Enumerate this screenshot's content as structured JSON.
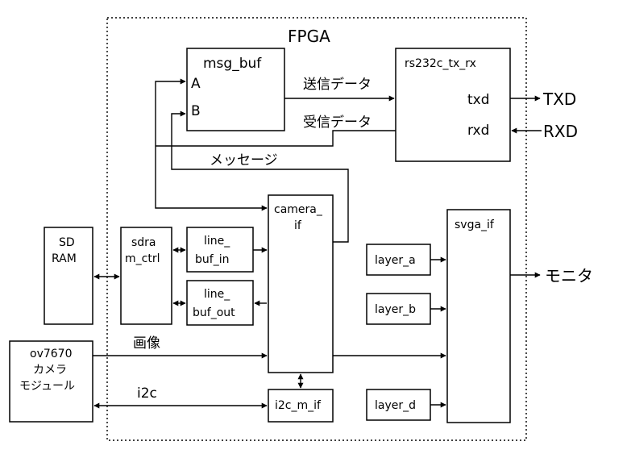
{
  "fpga": {
    "label": "FPGA"
  },
  "blocks": {
    "msg_buf": {
      "title": "msg_buf",
      "port_a": "A",
      "port_b": "B"
    },
    "rs232c": {
      "title": "rs232c_tx_rx",
      "txd": "txd",
      "rxd": "rxd"
    },
    "camera_if": {
      "line1": "camera_",
      "line2": "if"
    },
    "svga_if": {
      "title": "svga_if"
    },
    "sdram": {
      "line1": "SD",
      "line2": "RAM"
    },
    "sdram_ctrl": {
      "line1": "sdra",
      "line2": "m_ctrl"
    },
    "line_buf_in": {
      "line1": "line_",
      "line2": "buf_in"
    },
    "line_buf_out": {
      "line1": "line_",
      "line2": "buf_out"
    },
    "layer_a": {
      "title": "layer_a"
    },
    "layer_b": {
      "title": "layer_b"
    },
    "layer_d": {
      "title": "layer_d"
    },
    "ov7670": {
      "line1": "ov7670",
      "line2": "カメラ",
      "line3": "モジュール"
    },
    "i2c_m_if": {
      "title": "i2c_m_if"
    }
  },
  "signals": {
    "send_data": "送信データ",
    "recv_data": "受信データ",
    "message": "メッセージ",
    "image": "画像",
    "i2c": "i2c",
    "txd_out": "TXD",
    "rxd_in": "RXD",
    "monitor": "モニタ"
  }
}
